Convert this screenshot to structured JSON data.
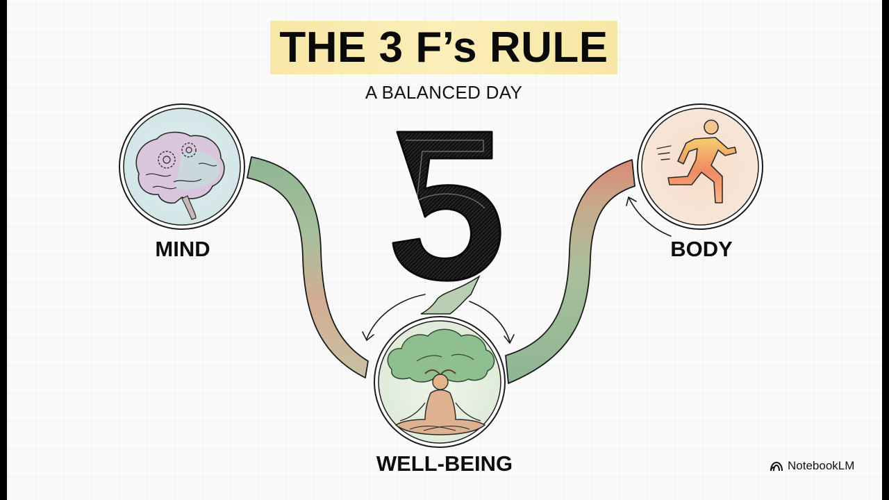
{
  "slide": {
    "title": "THE 3 F’s RULE",
    "subtitle": "A BALANCED DAY",
    "center_number": "5",
    "nodes": [
      {
        "id": "mind",
        "label": "MIND",
        "icon": "brain-with-gears-icon",
        "tint": "#d7e8ea"
      },
      {
        "id": "body",
        "label": "BODY",
        "icon": "running-person-icon",
        "tint": "#f7dcc6"
      },
      {
        "id": "wellbeing",
        "label": "WELL-BEING",
        "icon": "meditating-person-under-tree-icon",
        "tint": "#e4eedd"
      }
    ],
    "connectors": [
      {
        "from": "mind",
        "to": "wellbeing",
        "gradient": [
          "#8fb593",
          "#d9a58c"
        ]
      },
      {
        "from": "wellbeing",
        "to": "body",
        "gradient": [
          "#8fb593",
          "#d98a78"
        ]
      }
    ],
    "colors": {
      "highlight": "#f8e7a6",
      "ribbon_green": "#8fb593",
      "ribbon_red": "#d98a78",
      "text": "#0d0d0d"
    }
  },
  "branding": {
    "logo_icon": "notebooklm-logo-icon",
    "label": "NotebookLM"
  }
}
